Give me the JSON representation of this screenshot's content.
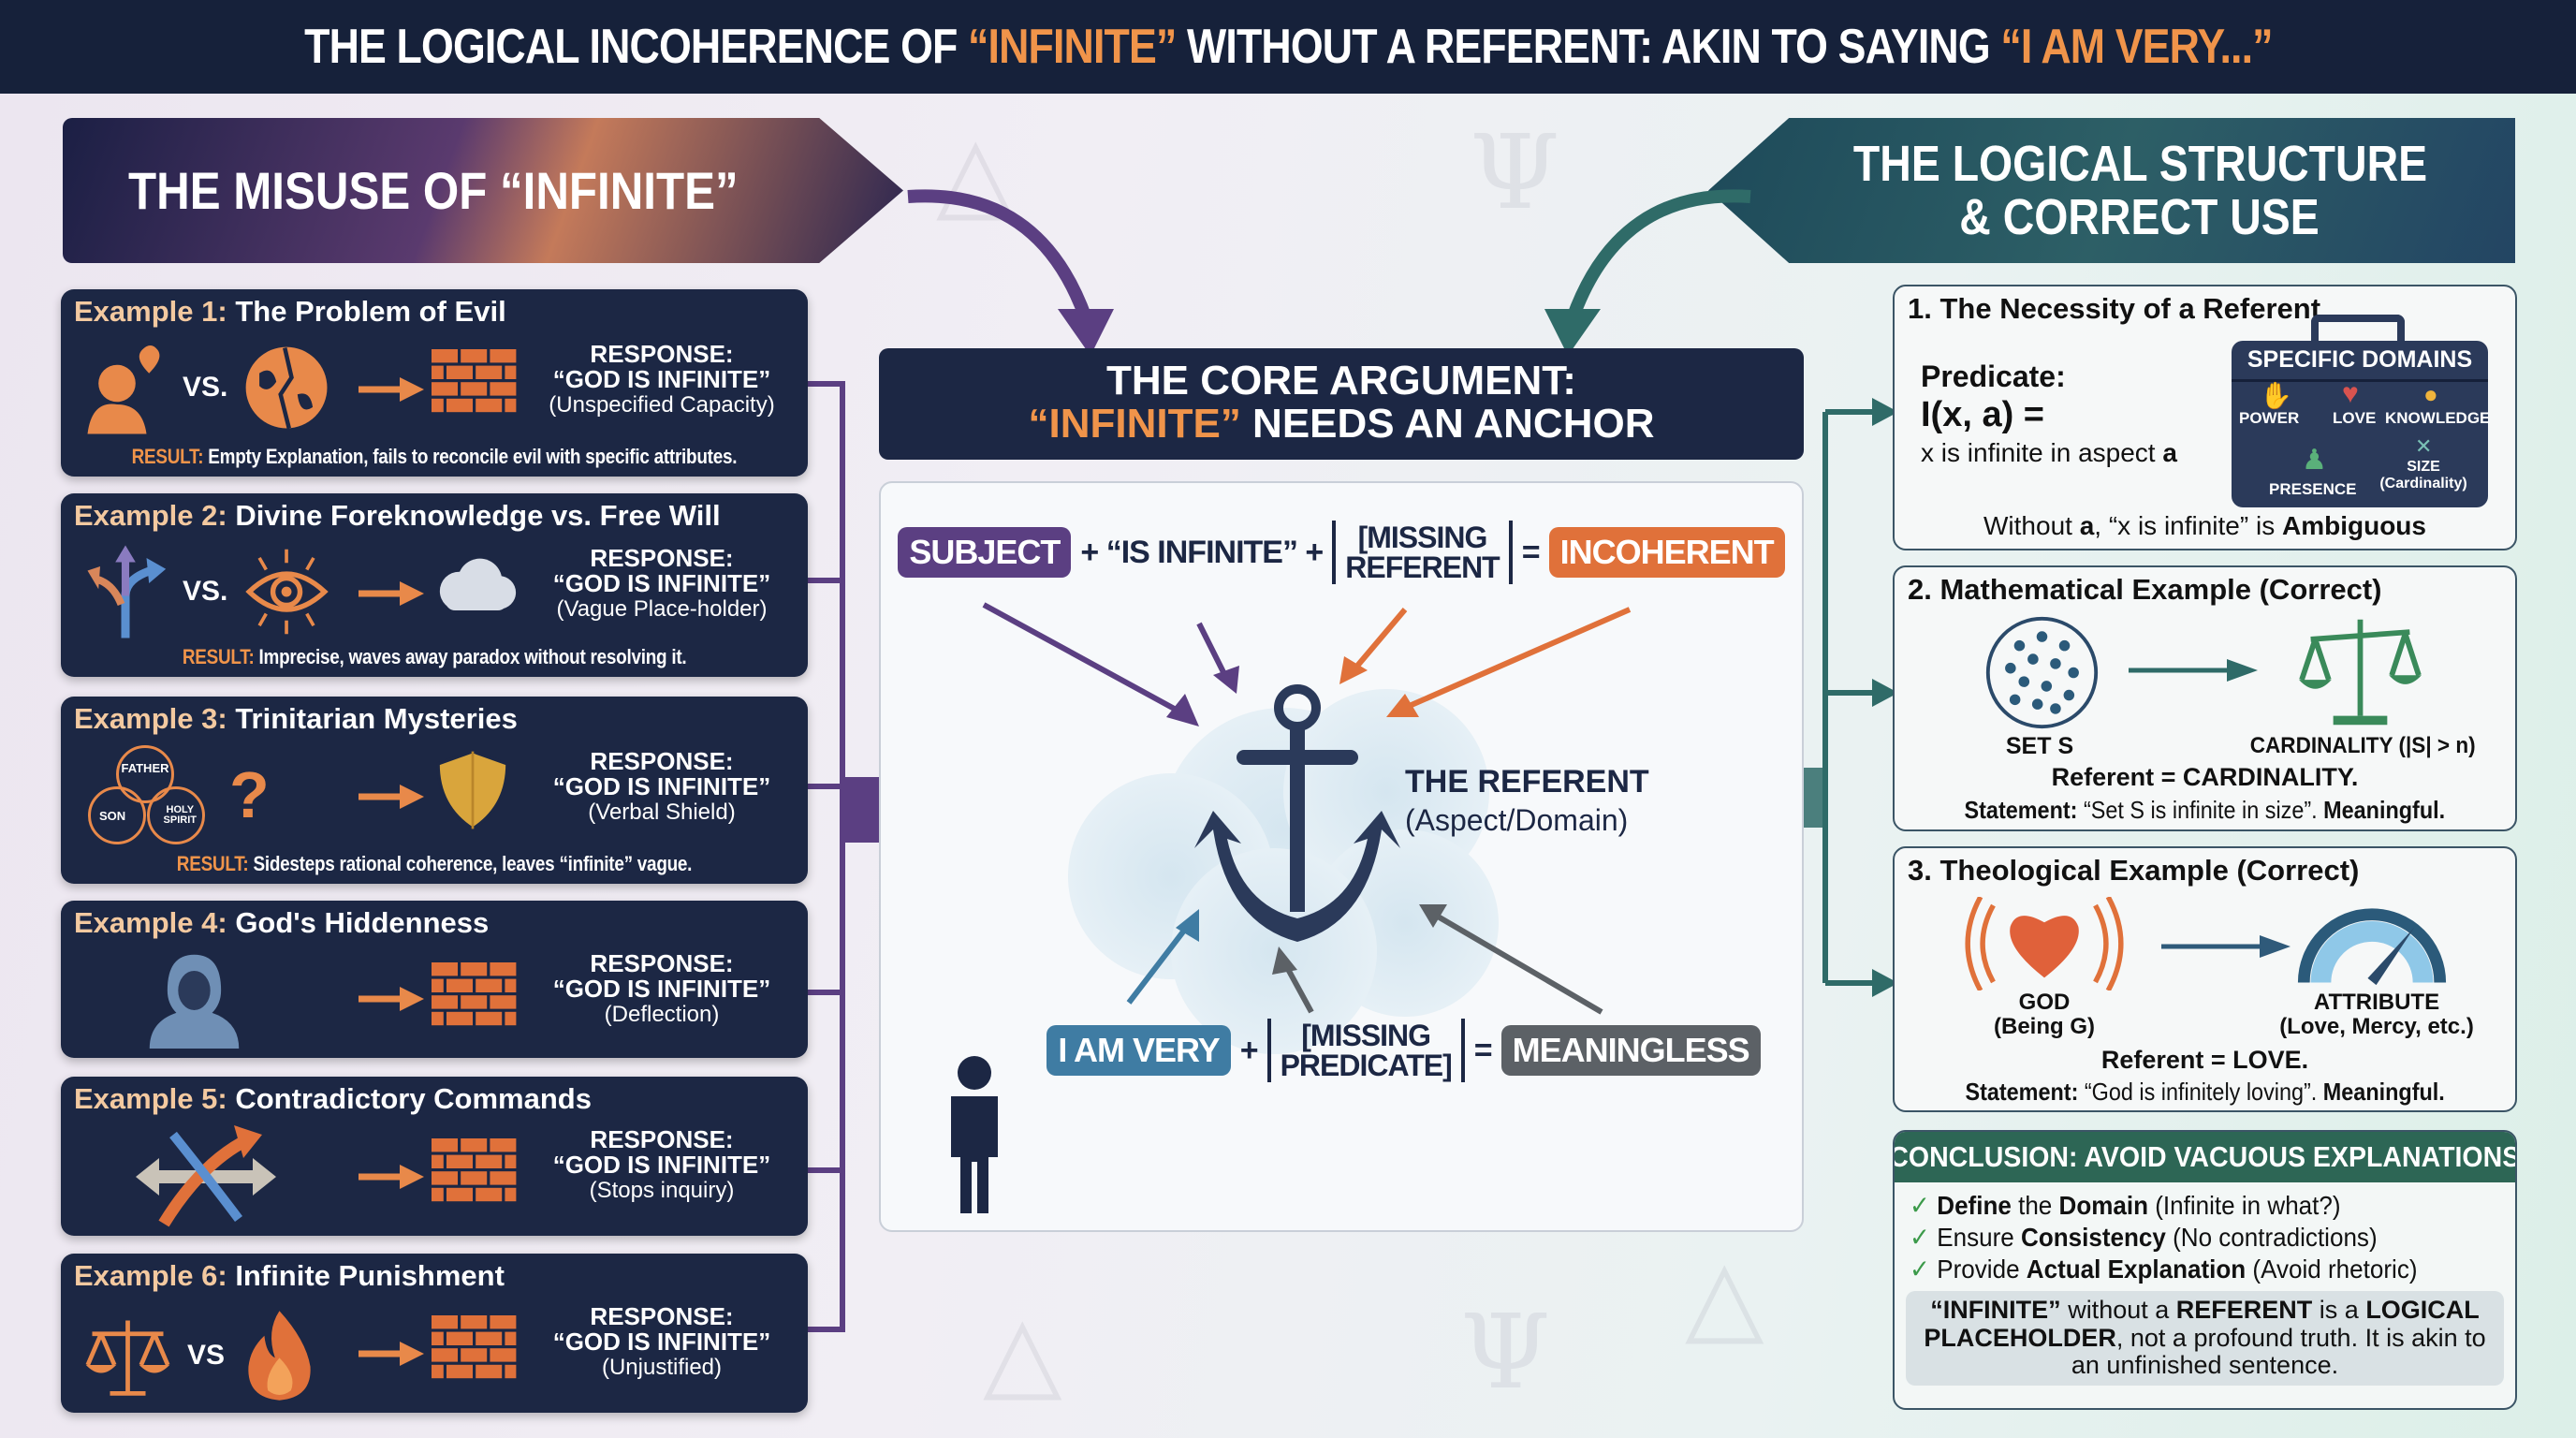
{
  "title": {
    "part1": "THE LOGICAL INCOHERENCE OF ",
    "hl1": "“INFINITE”",
    "part2": " WITHOUT A REFERENT: AKIN TO SAYING ",
    "hl2": "“I AM VERY...”"
  },
  "left_banner": "THE MISUSE OF “INFINITE”",
  "right_banner": {
    "line1": "THE LOGICAL STRUCTURE",
    "line2": "& CORRECT USE"
  },
  "examples": [
    {
      "num": "Example 1:",
      "title": " The Problem of Evil",
      "vs": "VS.",
      "response": "RESPONSE:",
      "quote": "“GOD IS INFINITE”",
      "sub": "(Unspecified Capacity)",
      "result_label": "RESULT:",
      "result": " Empty Explanation, fails to reconcile evil with specific attributes."
    },
    {
      "num": "Example 2:",
      "title": " Divine Foreknowledge vs. Free Will",
      "vs": "VS.",
      "response": "RESPONSE:",
      "quote": "“GOD IS INFINITE”",
      "sub": "(Vague Place-holder)",
      "result_label": "RESULT:",
      "result": " Imprecise, waves away paradox without resolving it."
    },
    {
      "num": "Example 3:",
      "title": " Trinitarian Mysteries",
      "trinity": [
        "FATHER",
        "SON",
        "HOLY SPIRIT"
      ],
      "qmark": "?",
      "response": "RESPONSE:",
      "quote": "“GOD IS INFINITE”",
      "sub": "(Verbal Shield)",
      "result_label": "RESULT:",
      "result": " Sidesteps rational coherence, leaves “infinite” vague."
    },
    {
      "num": "Example 4:",
      "title": " God's Hiddenness",
      "response": "RESPONSE:",
      "quote": "“GOD IS INFINITE”",
      "sub": "(Deflection)"
    },
    {
      "num": "Example 5:",
      "title": " Contradictory Commands",
      "response": "RESPONSE:",
      "quote": "“GOD IS INFINITE”",
      "sub": "(Stops inquiry)"
    },
    {
      "num": "Example 6:",
      "title": " Infinite Punishment",
      "vs": "VS",
      "response": "RESPONSE:",
      "quote": "“GOD IS INFINITE”",
      "sub": "(Unjustified)"
    }
  ],
  "core": {
    "line1": "THE CORE ARGUMENT:",
    "hl": "“INFINITE”",
    "line2": " NEEDS AN ANCHOR",
    "eq1": {
      "subject": "SUBJECT",
      "plus1": "+ “IS INFINITE” +",
      "missing1": "[MISSING",
      "missing2": "REFERENT",
      "eq": "=",
      "result": "INCOHERENT"
    },
    "referent_title": "THE REFERENT",
    "referent_sub": "(Aspect/Domain)",
    "eq2": {
      "speech": "I AM VERY",
      "plus": "+",
      "missing1": "[MISSING",
      "missing2": "PREDICATE]",
      "eq": "=",
      "result": "MEANINGLESS"
    }
  },
  "necessity": {
    "title": "1. The Necessity of a Referent",
    "pred_label": "Predicate:",
    "formula": "I(x, a) =",
    "desc_pre": "x is infinite in aspect ",
    "desc_a": "a",
    "domains_title": "SPECIFIC DOMAINS",
    "domains": [
      "POWER",
      "LOVE",
      "KNOWLEDGE",
      "PRESENCE",
      "SIZE",
      "(Cardinality)"
    ],
    "footer_pre": "Without ",
    "footer_a": "a",
    "footer_mid": ", “x is infinite” is ",
    "footer_b": "Ambiguous"
  },
  "math": {
    "title": "2. Mathematical Example (Correct)",
    "set": "SET S",
    "card": "CARDINALITY (|S| > n)",
    "referent": "Referent = CARDINALITY.",
    "stmt_label": "Statement:",
    "stmt": " “Set S is infinite in size”. ",
    "stmt_end": "Meaningful."
  },
  "theo": {
    "title": "3. Theological Example (Correct)",
    "god": "GOD",
    "god_sub": "(Being G)",
    "attr": "ATTRIBUTE",
    "attr_sub": "(Love, Mercy, etc.)",
    "referent": "Referent = LOVE.",
    "stmt_label": "Statement:",
    "stmt": " “God is infinitely loving”. ",
    "stmt_end": "Meaningful."
  },
  "conclusion": {
    "title": "CONCLUSION: AVOID VACUOUS EXPLANATIONS",
    "items": [
      {
        "b1": "Define",
        "t1": " the ",
        "b2": "Domain",
        "t2": " (Infinite in what?)"
      },
      {
        "b1": "",
        "t1": "Ensure ",
        "b2": "Consistency",
        "t2": " (No contradictions)"
      },
      {
        "b1": "",
        "t1": "Provide ",
        "b2": "Actual Explanation",
        "t2": " (Avoid rhetoric)"
      }
    ],
    "box": {
      "b1": "“INFINITE”",
      "t1": " without a ",
      "b2": "REFERENT",
      "t2": " is a ",
      "b3": "LOGICAL PLACEHOLDER",
      "t3": ", not a profound truth. It is akin to an unfinished sentence."
    }
  },
  "colors": {
    "navy": "#1c2744",
    "orange": "#e0713a",
    "purple": "#5b3f82",
    "teal": "#2f6b68",
    "gray": "#5c6166",
    "blue": "#3f7ca3"
  }
}
